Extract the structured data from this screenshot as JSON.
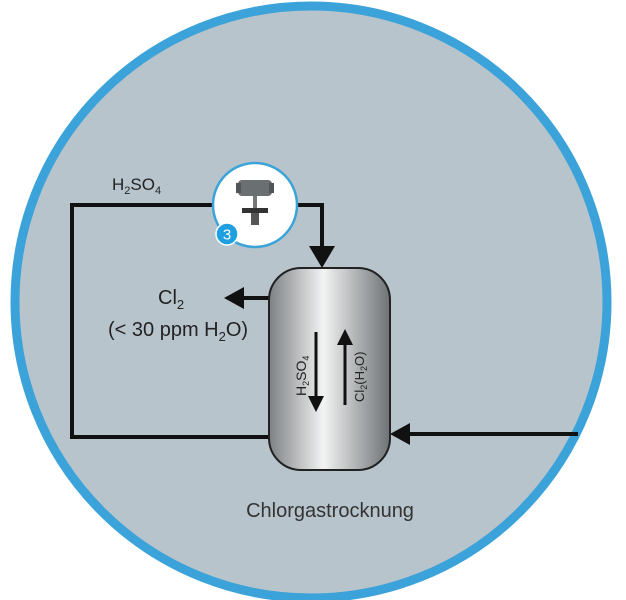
{
  "diagram": {
    "feed_label": {
      "main": "H",
      "sub1": "2",
      "mid": "SO",
      "sub2": "4"
    },
    "sensor_badge": "3",
    "outlet_label": {
      "main": "Cl",
      "sub": "2"
    },
    "outlet_note": {
      "prefix": "(< 30 ppm H",
      "sub": "2",
      "suffix": "O)"
    },
    "column_down_label": {
      "main": "H",
      "sub1": "2",
      "mid": "SO",
      "sub2": "4"
    },
    "column_up_label": {
      "main": "Cl",
      "sub1": "2",
      "mid": "(H",
      "sub2": "2",
      "suffix": "O)"
    },
    "caption": "Chlorgastrocknung",
    "colors": {
      "ring": "#3ba3d9",
      "background": "#b8c4cc",
      "line": "#111111",
      "badge": "#1e9fe0"
    }
  }
}
